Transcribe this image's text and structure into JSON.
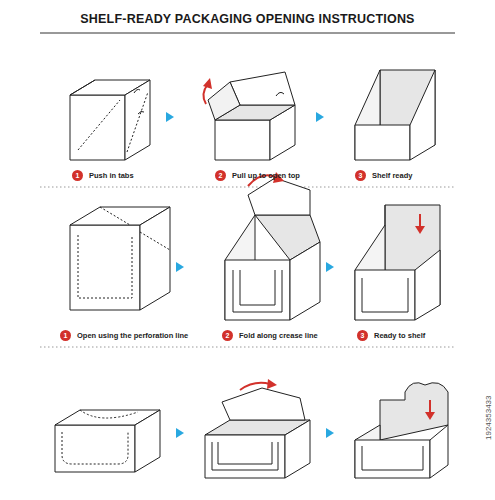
{
  "diagram": {
    "title": "SHELF-READY PACKAGING OPENING INSTRUCTIONS",
    "nodes": [
      {
        "text": [
          "1",
          "Push in tabs"
        ]
      },
      {
        "text": [
          "2",
          "Pull up to open top"
        ]
      },
      {
        "text": [
          "3",
          "Shelf ready"
        ]
      },
      {
        "text": [
          "1",
          "Open using the perforation line"
        ]
      },
      {
        "text": [
          "2",
          "Fold along crease line"
        ]
      },
      {
        "text": [
          "3",
          "Ready to shelf"
        ]
      }
    ],
    "labels": [
      "1924353433"
    ]
  }
}
